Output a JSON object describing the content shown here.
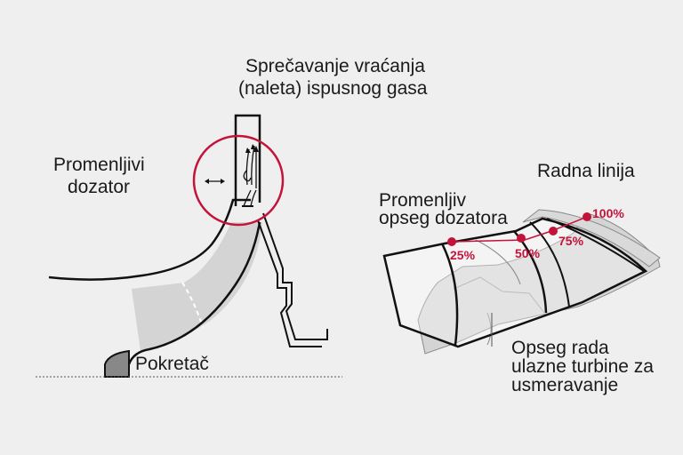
{
  "labels": {
    "exhaust_line1": "Sprečavanje vraćanja",
    "exhaust_line2": "(naleta) ispusnog gasa",
    "nozzle_line1": "Promenljivi",
    "nozzle_line2": "dozator",
    "impeller": "Pokretač",
    "operating_line": "Radna linija",
    "range_line1": "Promenljiv",
    "range_line2": "opseg dozatora",
    "turbine_line1": "Opseg rada",
    "turbine_line2": "ulazne turbine za",
    "turbine_line3": "usmeravanje"
  },
  "percent_points": [
    {
      "label": "25%"
    },
    {
      "label": "50%"
    },
    {
      "label": "75%"
    },
    {
      "label": "100%"
    }
  ],
  "colors": {
    "accent": "#c4133b",
    "outline": "#111111",
    "fill_light": "#d4d4d4",
    "fill_dark": "#888888",
    "background": "#efefef"
  }
}
